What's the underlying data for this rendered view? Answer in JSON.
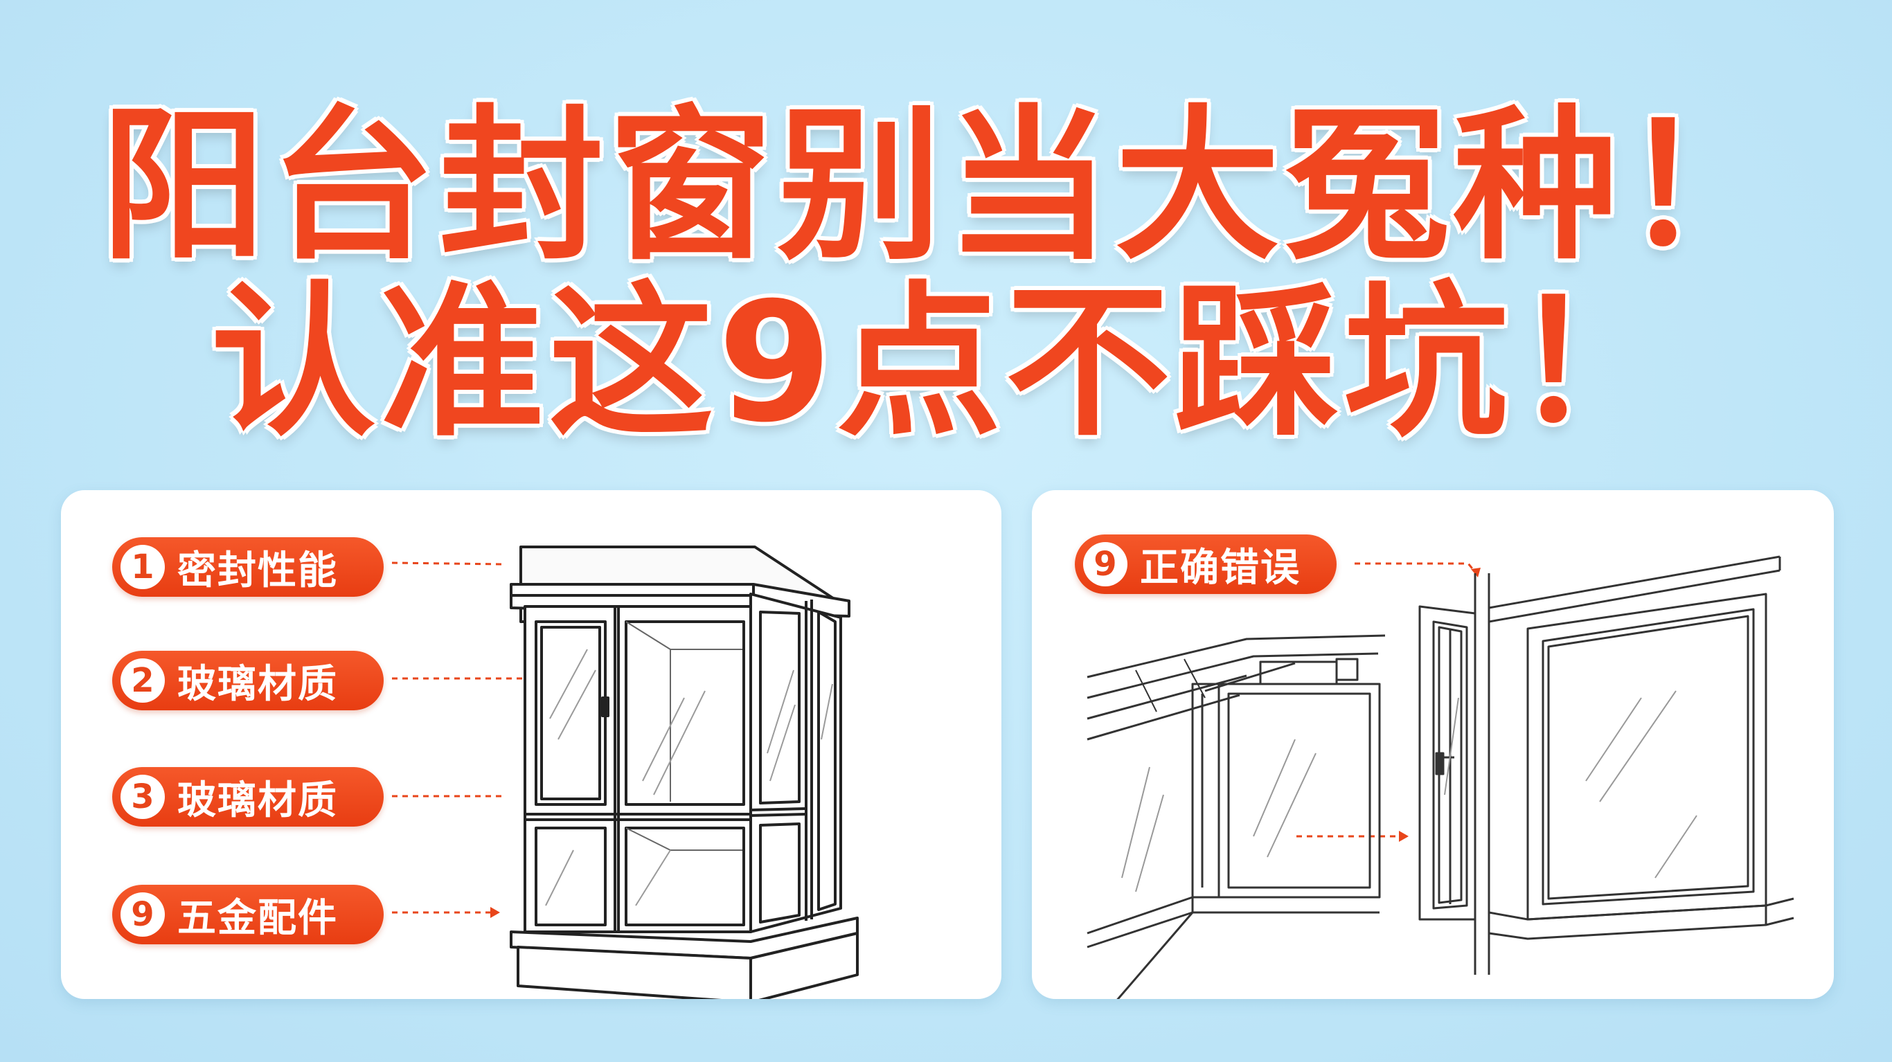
{
  "title": {
    "line1": "阳台封窗别当大冤种！",
    "line2": "认准这9点不踩坑！"
  },
  "left_panel": {
    "items": [
      {
        "num": "1",
        "label": "密封性能"
      },
      {
        "num": "2",
        "label": "玻璃材质"
      },
      {
        "num": "3",
        "label": "玻璃材质"
      },
      {
        "num": "9",
        "label": "五金配件"
      }
    ]
  },
  "right_panel": {
    "item": {
      "num": "9",
      "label": "正确错误"
    }
  },
  "colors": {
    "title": "#f0461f",
    "pill": "#ef4a1e",
    "background": "#bfe6f8",
    "panel": "#ffffff",
    "leader": "#e8451a"
  }
}
